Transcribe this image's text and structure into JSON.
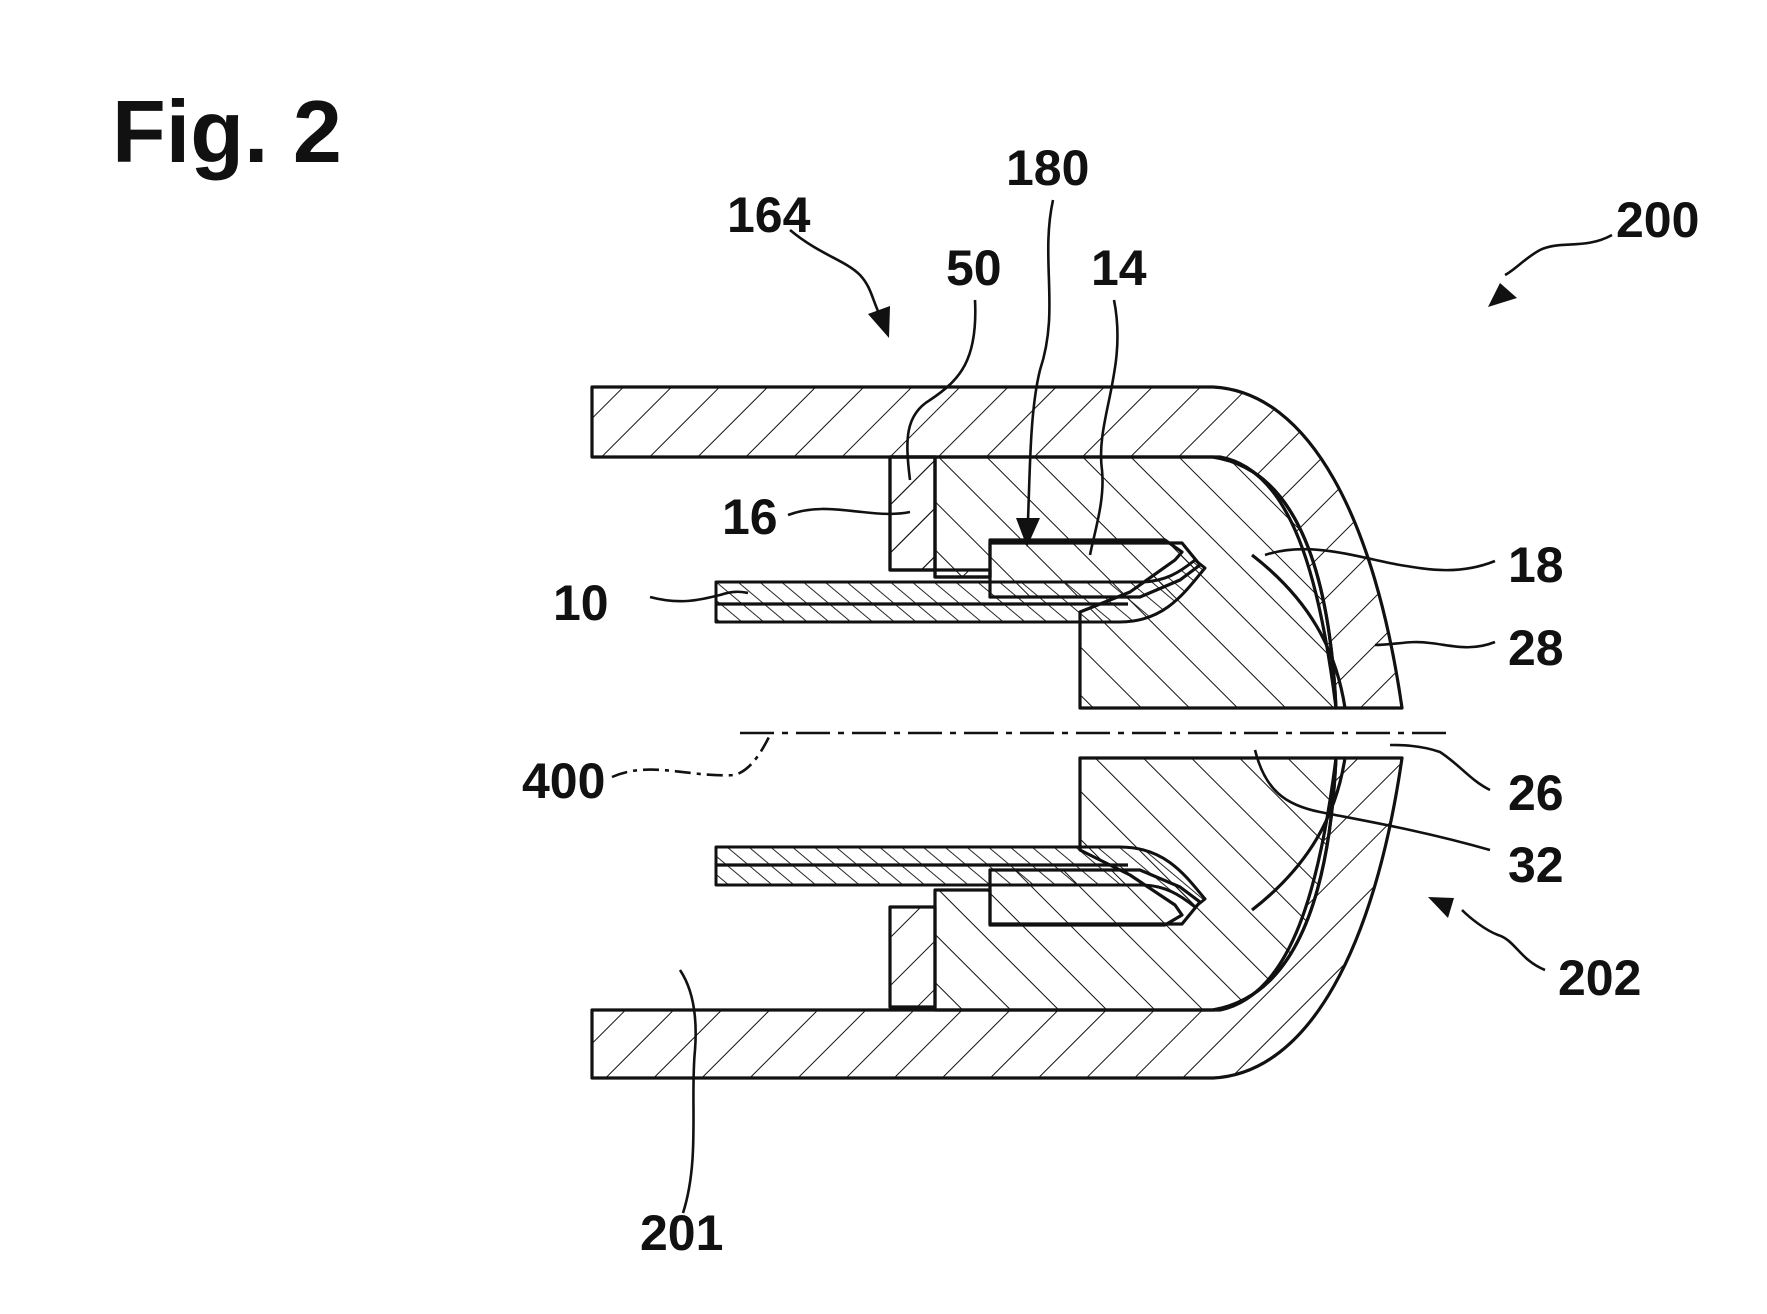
{
  "figure": {
    "title": "Fig. 2"
  },
  "labels": {
    "l164": "164",
    "l180": "180",
    "l200": "200",
    "l50": "50",
    "l14": "14",
    "l16": "16",
    "l10": "10",
    "l18": "18",
    "l28": "28",
    "l400": "400",
    "l26": "26",
    "l32": "32",
    "l202": "202",
    "l201": "201"
  }
}
